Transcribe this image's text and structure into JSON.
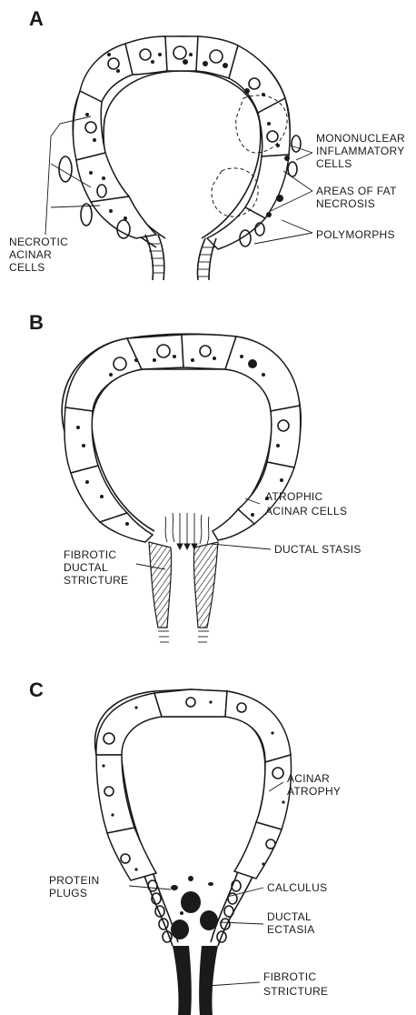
{
  "panels": [
    {
      "letter": "A",
      "labels": {
        "necrotic": [
          "NECROTIC",
          "ACINAR",
          "CELLS"
        ],
        "mononuclear": [
          "MONONUCLEAR",
          "INFLAMMATORY",
          "CELLS"
        ],
        "fat_necrosis": [
          "AREAS OF FAT",
          "NECROSIS"
        ],
        "polymorphs": [
          "POLYMORPHS"
        ]
      }
    },
    {
      "letter": "B",
      "labels": {
        "atrophic": [
          "ATROPHIC",
          "ACINAR CELLS"
        ],
        "ductal_stasis": [
          "DUCTAL STASIS"
        ],
        "fibrotic_ductal": [
          "FIBROTIC",
          "DUCTAL",
          "STRICTURE"
        ]
      }
    },
    {
      "letter": "C",
      "labels": {
        "acinar_atrophy": [
          "ACINAR",
          "ATROPHY"
        ],
        "protein_plugs": [
          "PROTEIN",
          "PLUGS"
        ],
        "calculus": [
          "CALCULUS"
        ],
        "ductal_ectasia": [
          "DUCTAL",
          "ECTASIA"
        ],
        "fibrotic_stricture": [
          "FIBROTIC",
          "STRICTURE"
        ]
      }
    }
  ]
}
